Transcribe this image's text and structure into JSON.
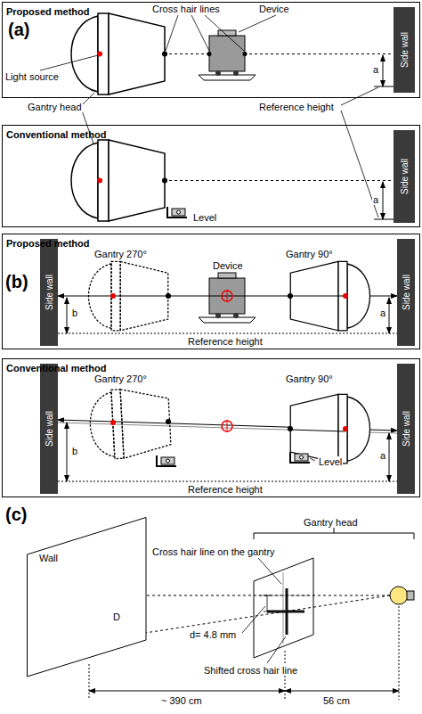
{
  "diagram": {
    "nodes": [
      {
        "text": [
          "Proposed method"
        ]
      },
      {
        "text": [
          "Side wall"
        ],
        "in": 0
      },
      {
        "text": [
          "Conventional method"
        ]
      },
      {
        "text": [
          "Side wall"
        ],
        "in": 2
      },
      {
        "text": [
          "Proposed method"
        ]
      },
      {
        "text": [
          "Side wall"
        ],
        "in": 4
      },
      {
        "text": [
          "Side wall"
        ],
        "in": 4
      },
      {
        "text": [
          "Conventional method"
        ]
      },
      {
        "text": [
          "Side wall"
        ],
        "in": 7
      },
      {
        "text": [
          "Side wall"
        ],
        "in": 7
      },
      {
        "text": [
          "Wall"
        ]
      }
    ],
    "labels": [
      "(a)",
      "Cross hair lines",
      "Device",
      "Light source",
      "a",
      "Gantry head",
      "Reference height",
      "Level",
      "a",
      "(b)",
      "Gantry 270°",
      "Device",
      "Gantry 90°",
      "b",
      "a",
      "Reference height",
      "Gantry 270°",
      "Gantry 90°",
      "b",
      "a",
      "Reference height",
      "Level",
      "(c)",
      "Gantry head",
      "Cross hair line on the gantry",
      "D",
      "d= 4.8 mm",
      "Shifted cross hair line",
      "~ 390 cm",
      "56 cm"
    ]
  }
}
